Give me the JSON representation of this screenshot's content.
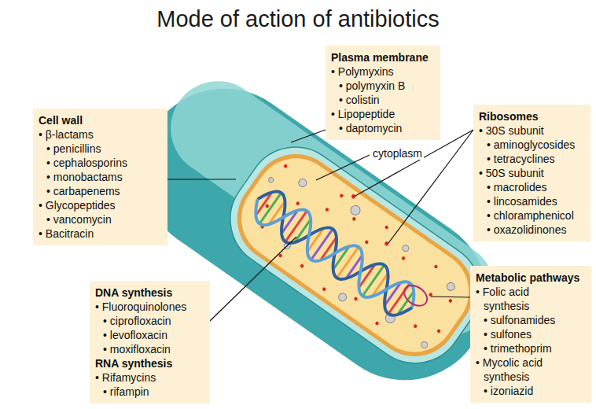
{
  "diagram": {
    "title": "Mode of action of antibiotics",
    "nodes": [
      {
        "text": [
          "Cell wall",
          "• β-lactams",
          "• penicillins",
          "• cephalosporins",
          "• monobactams",
          "• carbapenems",
          "• Glycopeptides",
          "• vancomycin",
          "• Bacitracin"
        ]
      },
      {
        "text": [
          "Plasma membrane",
          "• Polymyxins",
          "• polymyxin B",
          "• colistin",
          "• Lipopeptide",
          "• daptomycin"
        ]
      },
      {
        "text": [
          "Ribosomes",
          "• 30S subunit",
          "• aminoglycosides",
          "• tetracyclines",
          "• 50S subunit",
          "• macrolides",
          "• lincosamides",
          "• chloramphenicol",
          "• oxazolidinones"
        ]
      },
      {
        "text": [
          "DNA synthesis",
          "• Fluoroquinolones",
          "• ciprofloxacin",
          "• levofloxacin",
          "• moxifloxacin",
          "RNA synthesis",
          "• Rifamycins",
          "• rifampin"
        ]
      },
      {
        "text": [
          "Metabolic pathways",
          "• Folic acid synthesis",
          "• sulfonamides",
          "• sulfones",
          "• trimethoprim",
          "• Mycolic acid synthesis",
          "• izoniazid"
        ]
      }
    ],
    "labels": [
      "cytoplasm"
    ]
  }
}
